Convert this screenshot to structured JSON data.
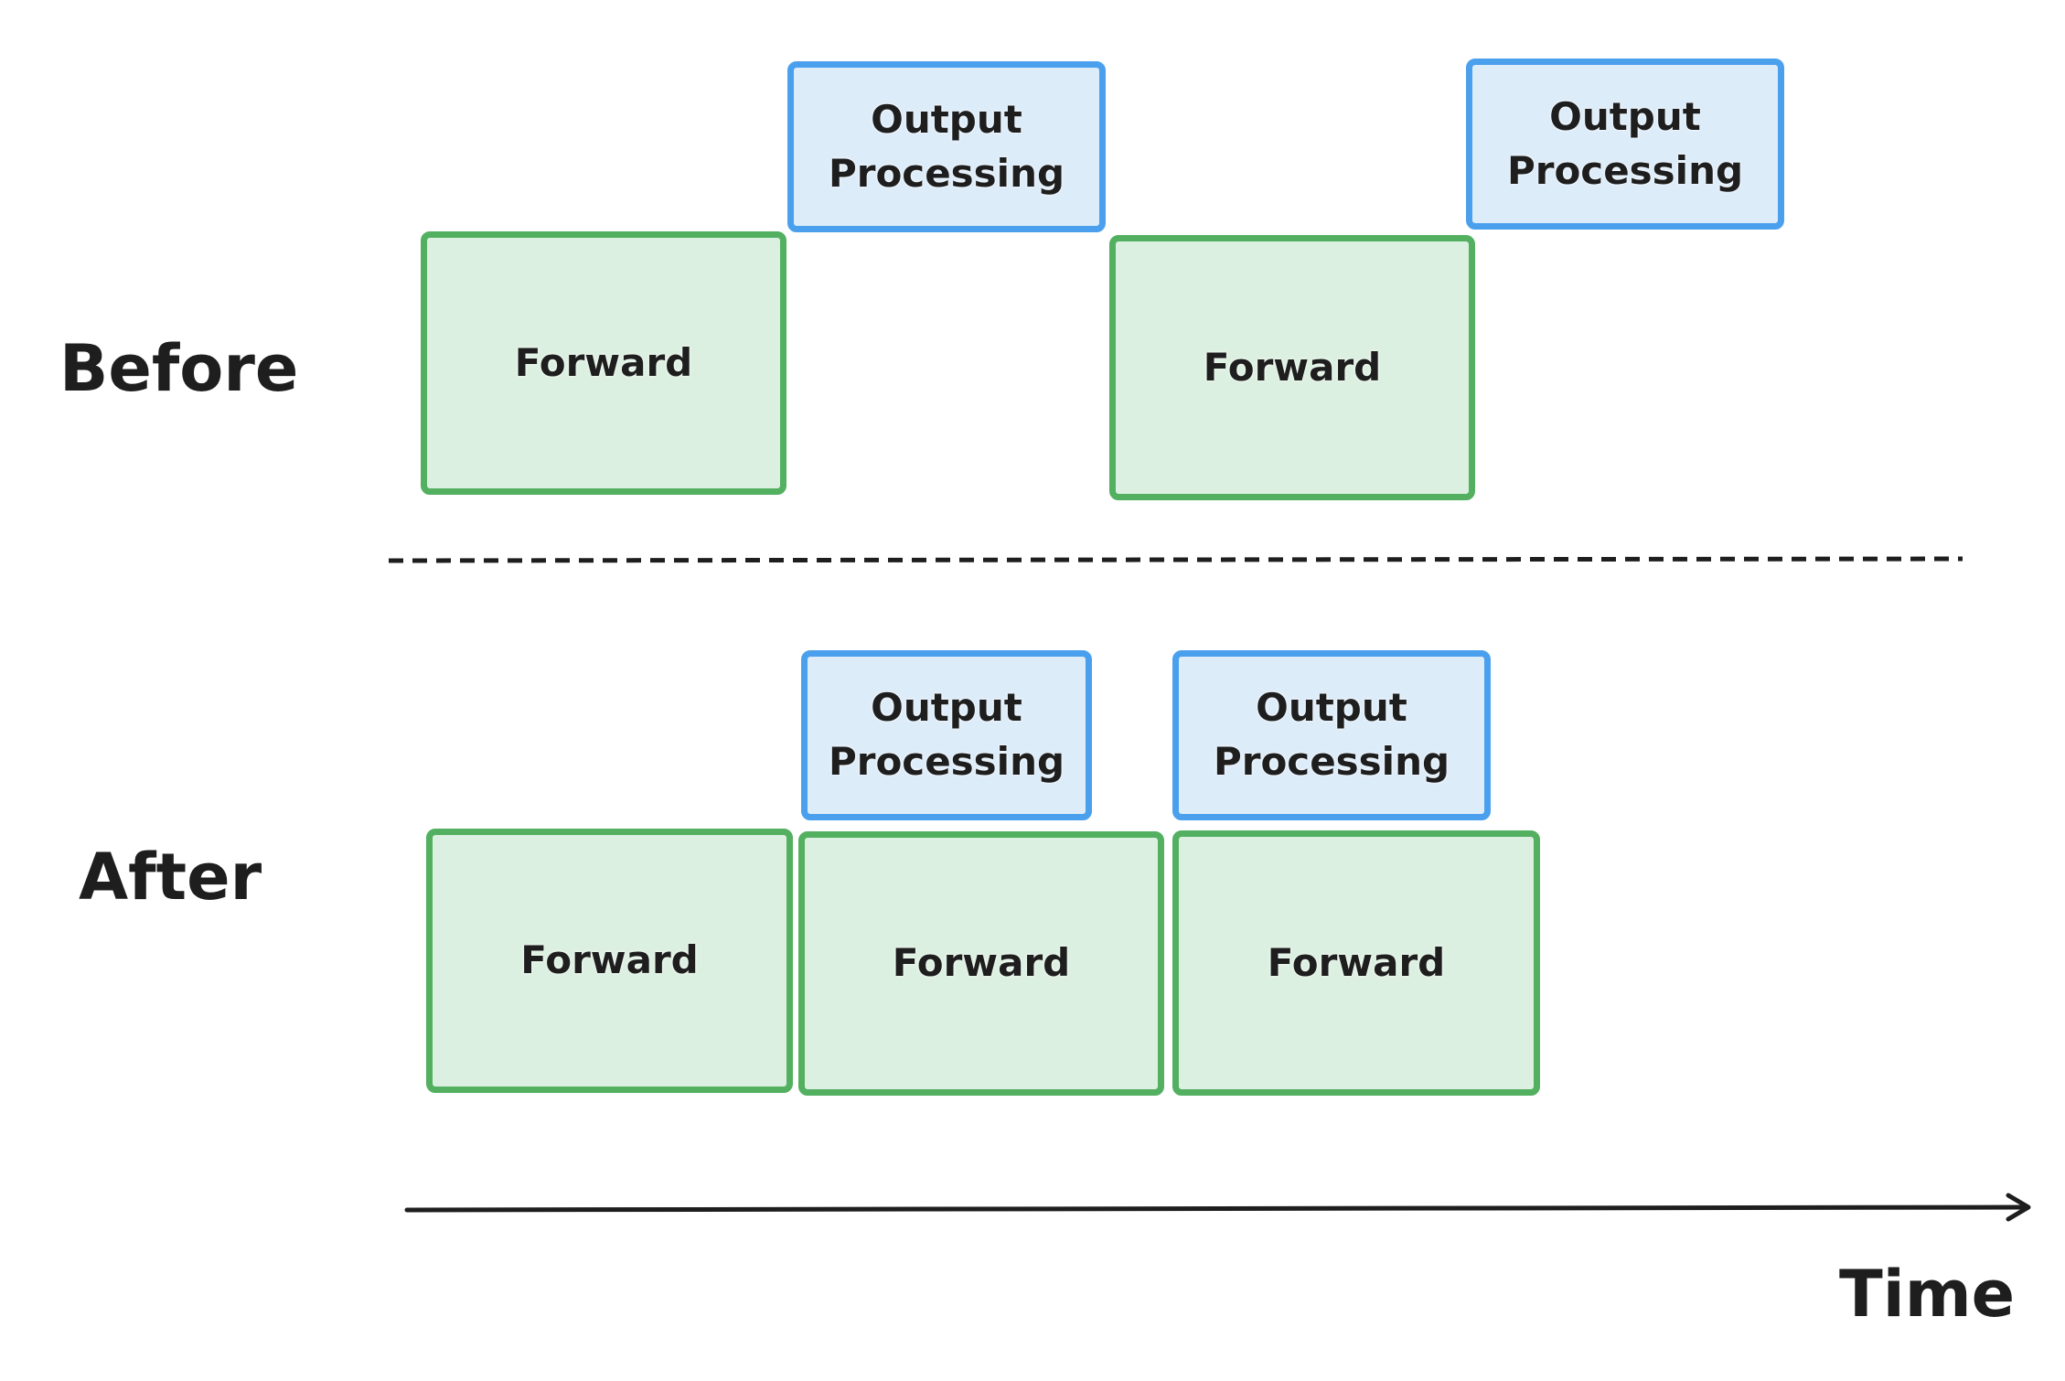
{
  "rows": {
    "before": {
      "label": "Before",
      "blocks": [
        {
          "type": "forward",
          "label": "Forward"
        },
        {
          "type": "output",
          "label": "Output\nProcessing"
        },
        {
          "type": "forward",
          "label": "Forward"
        },
        {
          "type": "output",
          "label": "Output\nProcessing"
        }
      ]
    },
    "after": {
      "label": "After",
      "blocks": [
        {
          "type": "forward",
          "label": "Forward"
        },
        {
          "type": "output",
          "label": "Output\nProcessing"
        },
        {
          "type": "forward",
          "label": "Forward"
        },
        {
          "type": "output",
          "label": "Output\nProcessing"
        },
        {
          "type": "forward",
          "label": "Forward"
        }
      ]
    }
  },
  "axis": {
    "label": "Time"
  },
  "colors": {
    "forward_fill": "#dcf0e1",
    "forward_border": "#52b060",
    "output_fill": "#ddecf9",
    "output_border": "#4ba0ee"
  }
}
